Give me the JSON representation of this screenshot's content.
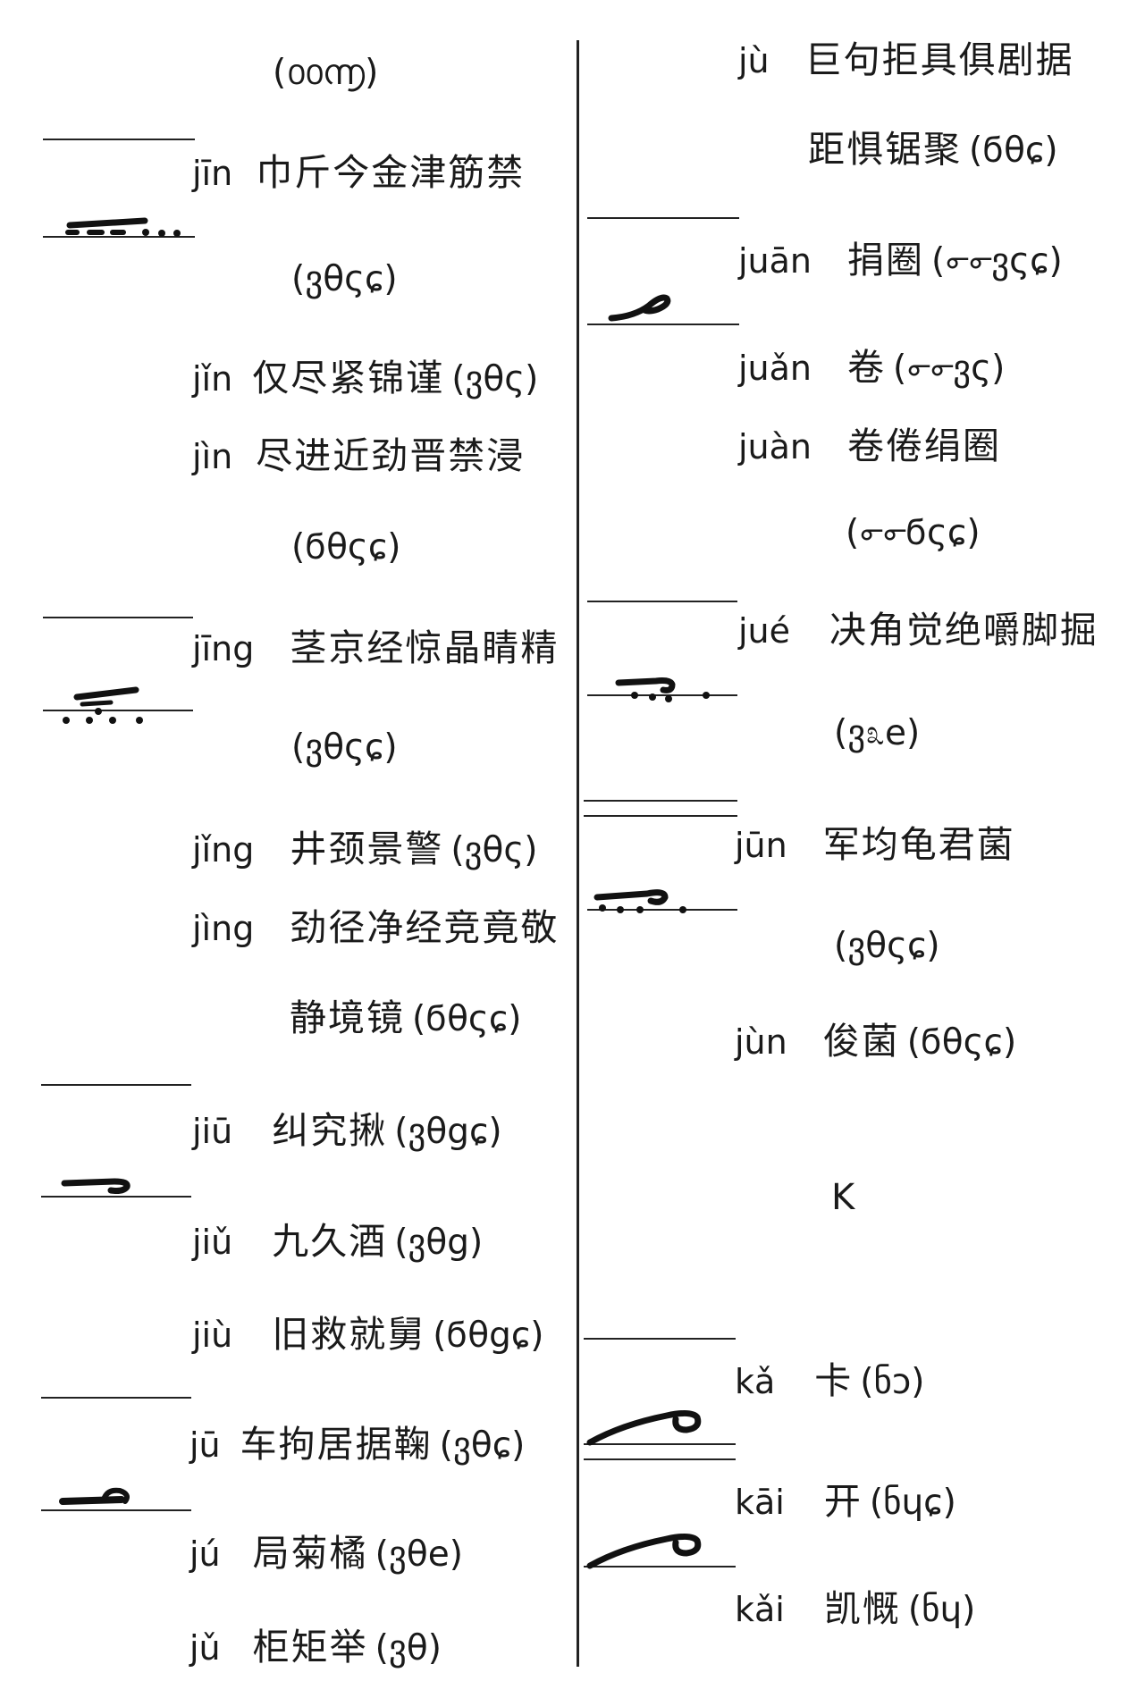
{
  "left": {
    "top_code": "(൦൦൬)",
    "jin1": {
      "pinyin": "jīn",
      "chars": "巾斤今金津筋禁",
      "code": "(ვθςɕ)"
    },
    "jin3": {
      "pinyin": "jǐn",
      "chars": "仅尽紧锦谨",
      "code": "(ვθς)"
    },
    "jin4": {
      "pinyin": "jìn",
      "chars": "尽进近劲晋禁浸",
      "code": "(ϭθςɕ)"
    },
    "jing1": {
      "pinyin": "jīng",
      "chars": "茎京经惊晶睛精",
      "code": "(ვθςɕ)"
    },
    "jing3": {
      "pinyin": "jǐng",
      "chars": "井颈景警",
      "code": "(ვθς)"
    },
    "jing4": {
      "pinyin": "jìng",
      "chars": "劲径净经竞竟敬",
      "chars2": "静境镜",
      "code": "(ϭθςɕ)"
    },
    "jiu1": {
      "pinyin": "jiū",
      "chars": "纠究揪",
      "code": "(ვθցɕ)"
    },
    "jiu3": {
      "pinyin": "jiǔ",
      "chars": "九久酒",
      "code": "(ვθց)"
    },
    "jiu4": {
      "pinyin": "jiù",
      "chars": "旧救就舅",
      "code": "(ϭθցɕ)"
    },
    "ju1": {
      "pinyin": "jū",
      "chars": "车拘居据鞠",
      "code": "(ვθɕ)"
    },
    "ju2": {
      "pinyin": "jú",
      "chars": "局菊橘",
      "code": "(ვθe)"
    },
    "ju3": {
      "pinyin": "jǔ",
      "chars": "柜矩举",
      "code": "(ვθ)"
    }
  },
  "right": {
    "ju4": {
      "pinyin": "jù",
      "chars": "巨句拒具俱剧据",
      "chars2": "距惧锯聚",
      "code": "(ϭθɕ)"
    },
    "juan1": {
      "pinyin": "juān",
      "chars": "捐圈",
      "code": "(൳൳ვςɕ)"
    },
    "juan3": {
      "pinyin": "juǎn",
      "chars": "卷",
      "code": "(൳൳ვς)"
    },
    "juan4": {
      "pinyin": "juàn",
      "chars": "卷倦绢圈",
      "code": "(൳൳ϭςɕ)"
    },
    "jue2": {
      "pinyin": "jué",
      "chars": "决角觉绝嚼脚掘",
      "code": "(ვ೩e)"
    },
    "jun1": {
      "pinyin": "jūn",
      "chars": "军均龟君菌",
      "code": "(ვθςɕ)"
    },
    "jun4": {
      "pinyin": "jùn",
      "chars": "俊菌",
      "code": "(ϭθςɕ)"
    },
    "section_letter": "K",
    "ka3": {
      "pinyin": "kǎ",
      "chars": "卡",
      "code": "(ნɔ)"
    },
    "kai1": {
      "pinyin": "kāi",
      "chars": "开",
      "code": "(ნɥɕ)"
    },
    "kai3": {
      "pinyin": "kǎi",
      "chars": "凯慨",
      "code": "(ნɥ)"
    }
  }
}
